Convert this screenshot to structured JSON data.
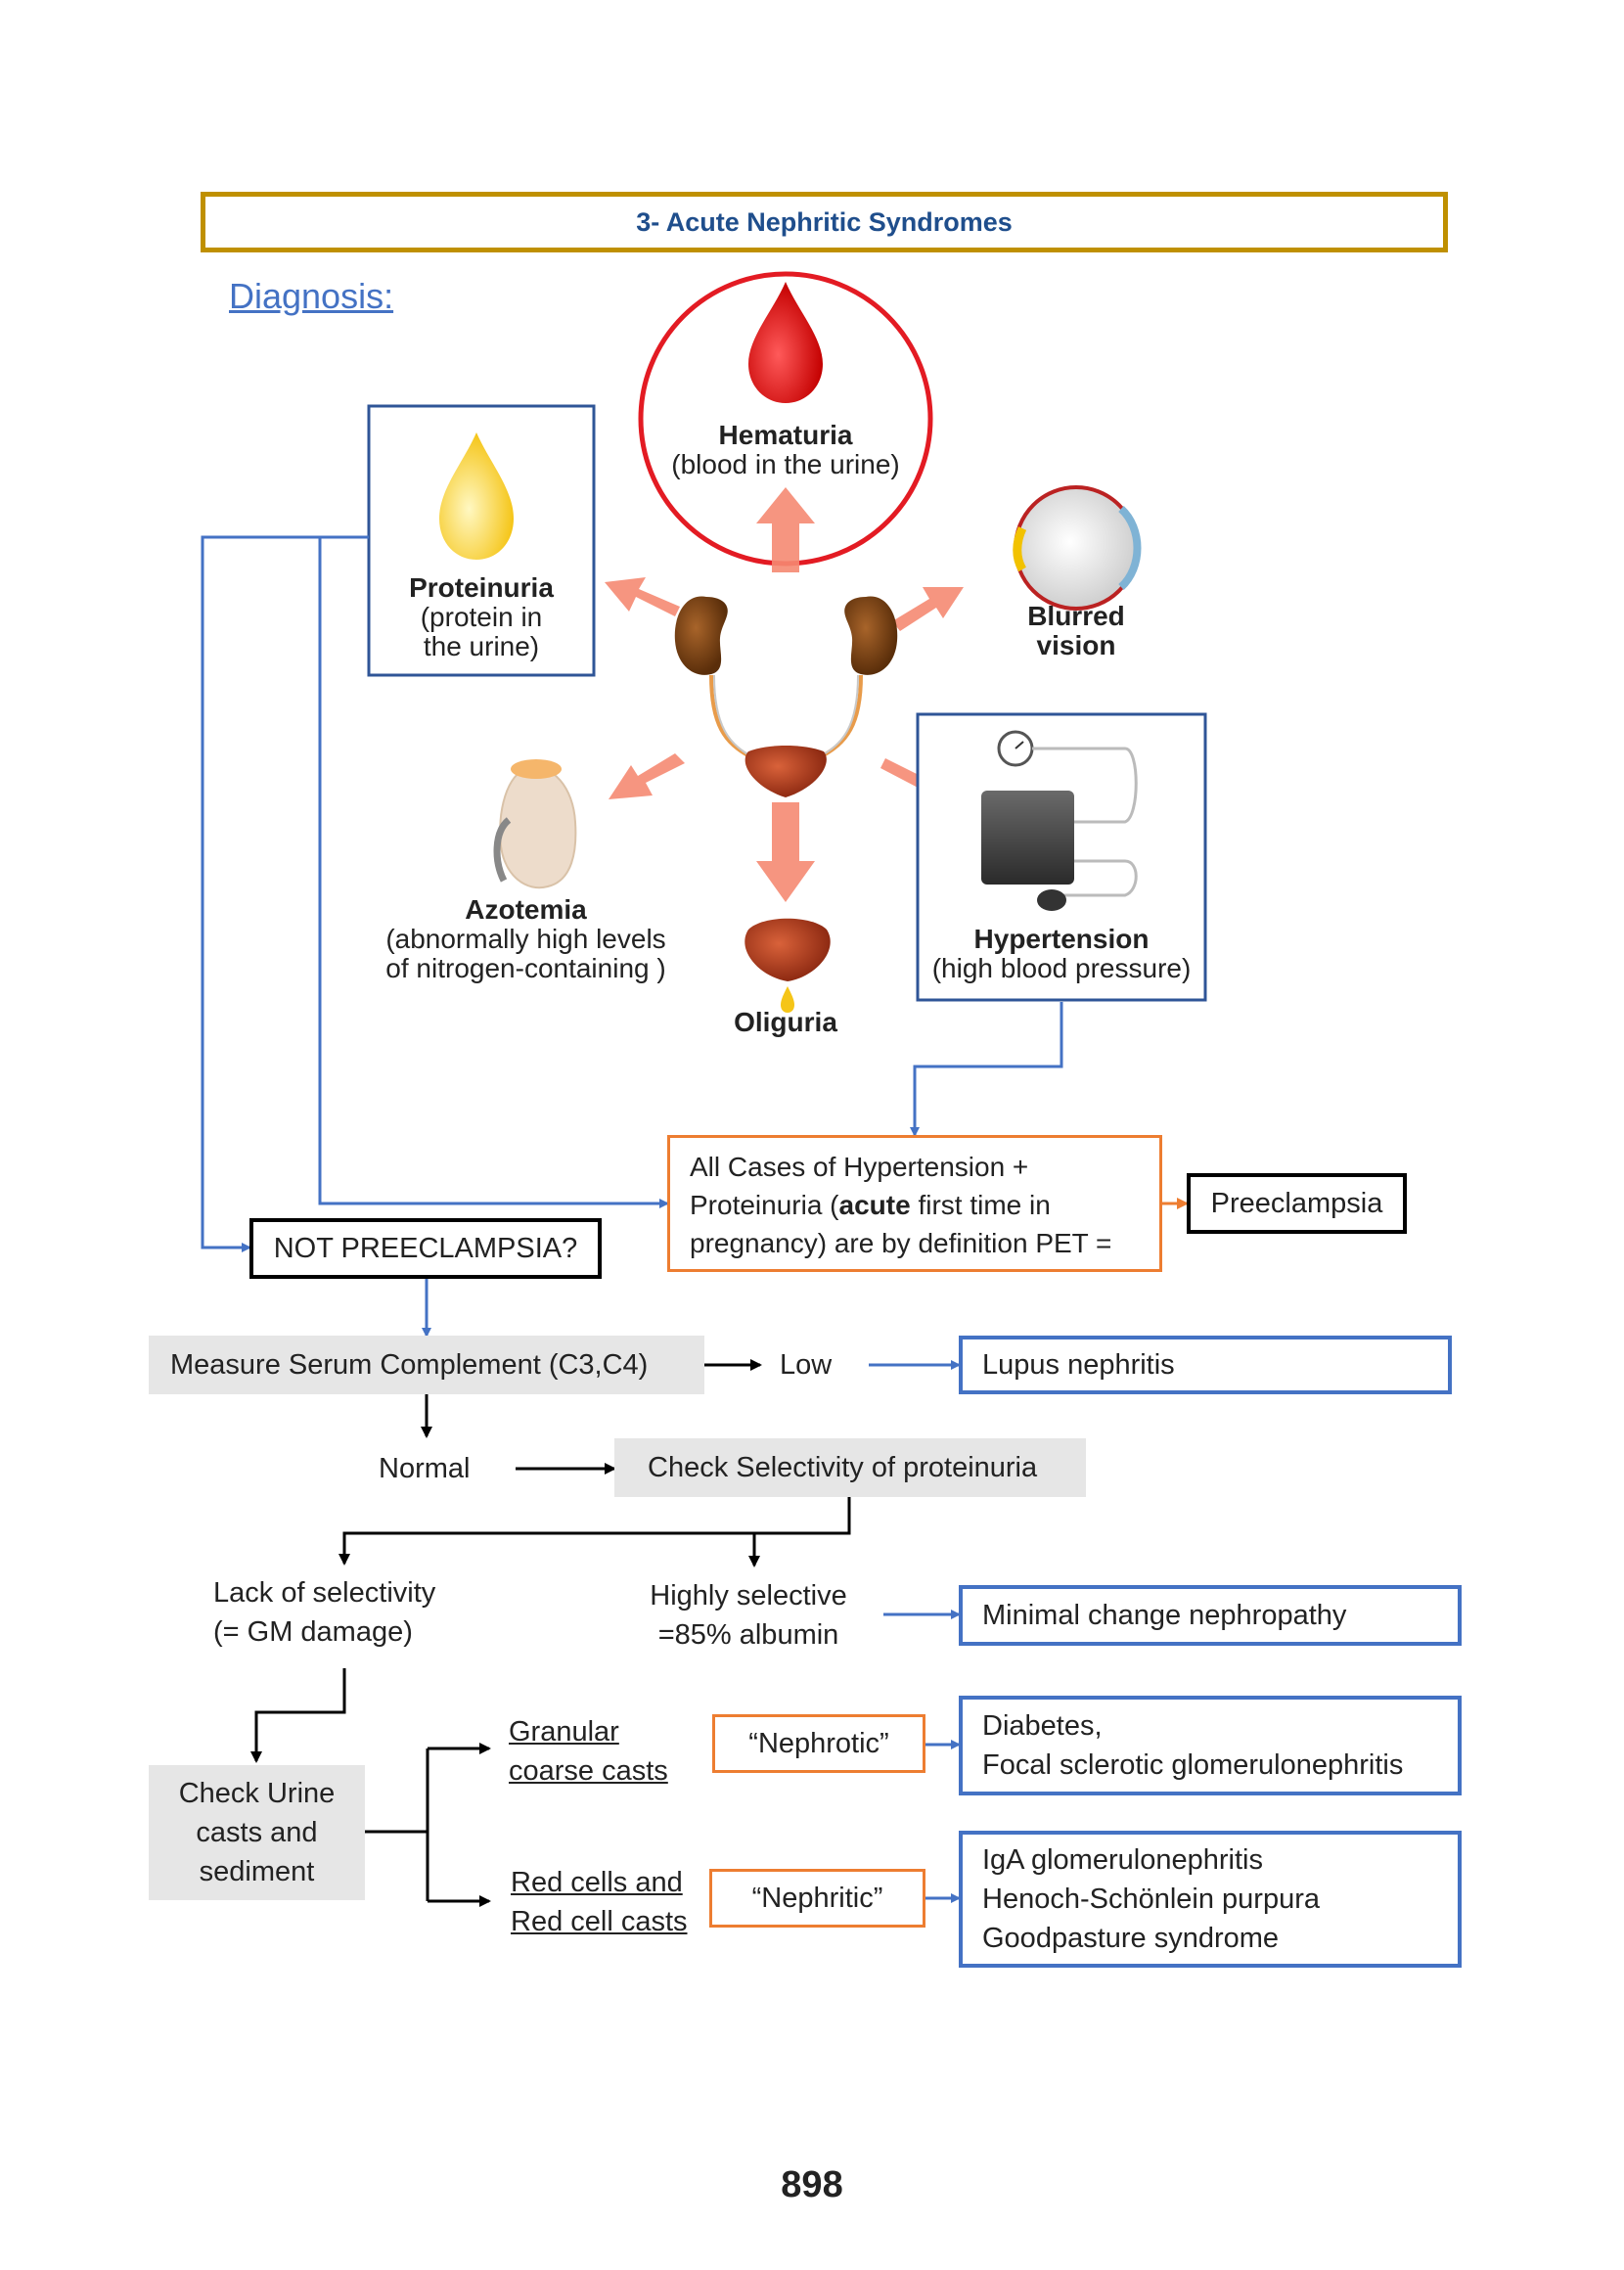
{
  "title": "3- Acute Nephritic Syndromes",
  "diagnosis_label": "Diagnosis:",
  "symptoms": {
    "hematuria": {
      "title": "Hematuria",
      "sub": "(blood in the urine)"
    },
    "proteinuria": {
      "title": "Proteinuria",
      "sub1": "(protein in",
      "sub2": "the urine)"
    },
    "blurred_vision": {
      "line1": "Blurred",
      "line2": "vision"
    },
    "azotemia": {
      "title": "Azotemia",
      "sub1": "(abnormally high levels",
      "sub2": "of nitrogen-containing )"
    },
    "oliguria": {
      "title": "Oliguria"
    },
    "hypertension": {
      "title": "Hypertension",
      "sub": "(high blood pressure)"
    }
  },
  "pet_box": {
    "line1": "All Cases of Hypertension +",
    "line2_a": "Proteinuria  (",
    "line2_bold": "acute",
    "line2_b": " first time in",
    "line3": "pregnancy) are by definition PET ="
  },
  "preeclampsia": "Preeclampsia",
  "not_preeclampsia": "NOT PREECLAMPSIA?",
  "measure_complement": "Measure Serum Complement (C3,C4)",
  "low": "Low",
  "lupus": "Lupus nephritis",
  "normal": "Normal",
  "check_selectivity": "Check Selectivity of proteinuria",
  "lack_selectivity": {
    "line1": "Lack of selectivity",
    "line2": "(= GM damage)"
  },
  "highly_selective": {
    "line1": "Highly selective",
    "line2": "=85% albumin"
  },
  "minimal_change": "Minimal change nephropathy",
  "check_urine": {
    "line1": "Check Urine",
    "line2": "casts and",
    "line3": "sediment"
  },
  "granular": {
    "line1": "Granular",
    "line2": "coarse casts"
  },
  "red_cells": {
    "line1": "Red cells and",
    "line2": "Red cell casts"
  },
  "nephrotic": "“Nephrotic”",
  "nephritic": "“Nephritic”",
  "diabetes_box": {
    "line1": "Diabetes,",
    "line2": "Focal sclerotic glomerulonephritis"
  },
  "iga_box": {
    "line1": "IgA glomerulonephritis",
    "line2": "Henoch-Schönlein purpura",
    "line3": "Goodpasture syndrome"
  },
  "page_number": "898",
  "colors": {
    "blue": "#4472c4",
    "orange": "#ed7d31",
    "gold": "#bf9000",
    "grey": "#e6e6e6",
    "red": "#e31b23",
    "salmon": "#f58a72"
  }
}
